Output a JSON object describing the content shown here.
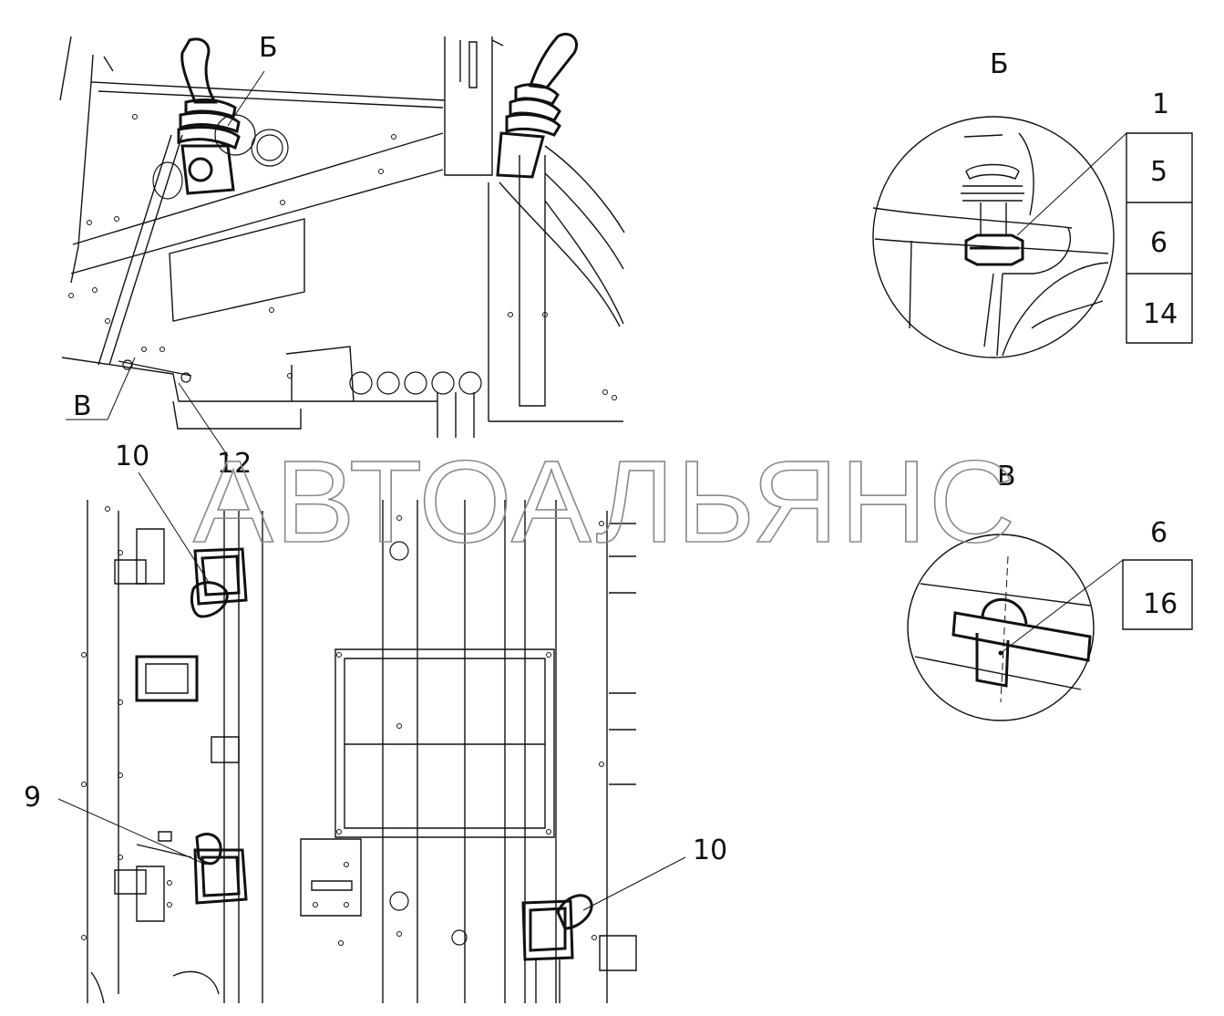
{
  "watermark": "АВТОАЛЬЯНС",
  "views": {
    "main_callouts": {
      "b_view_ref": "Б",
      "v_view_ref": "В",
      "c12": "12",
      "c10_left": "10",
      "c9": "9",
      "c10_right": "10"
    },
    "detail_b": {
      "title": "Б",
      "top_callout": "1",
      "table": [
        "5",
        "6",
        "14"
      ]
    },
    "detail_v": {
      "title": "В",
      "top_callout": "6",
      "table": [
        "16"
      ]
    }
  }
}
